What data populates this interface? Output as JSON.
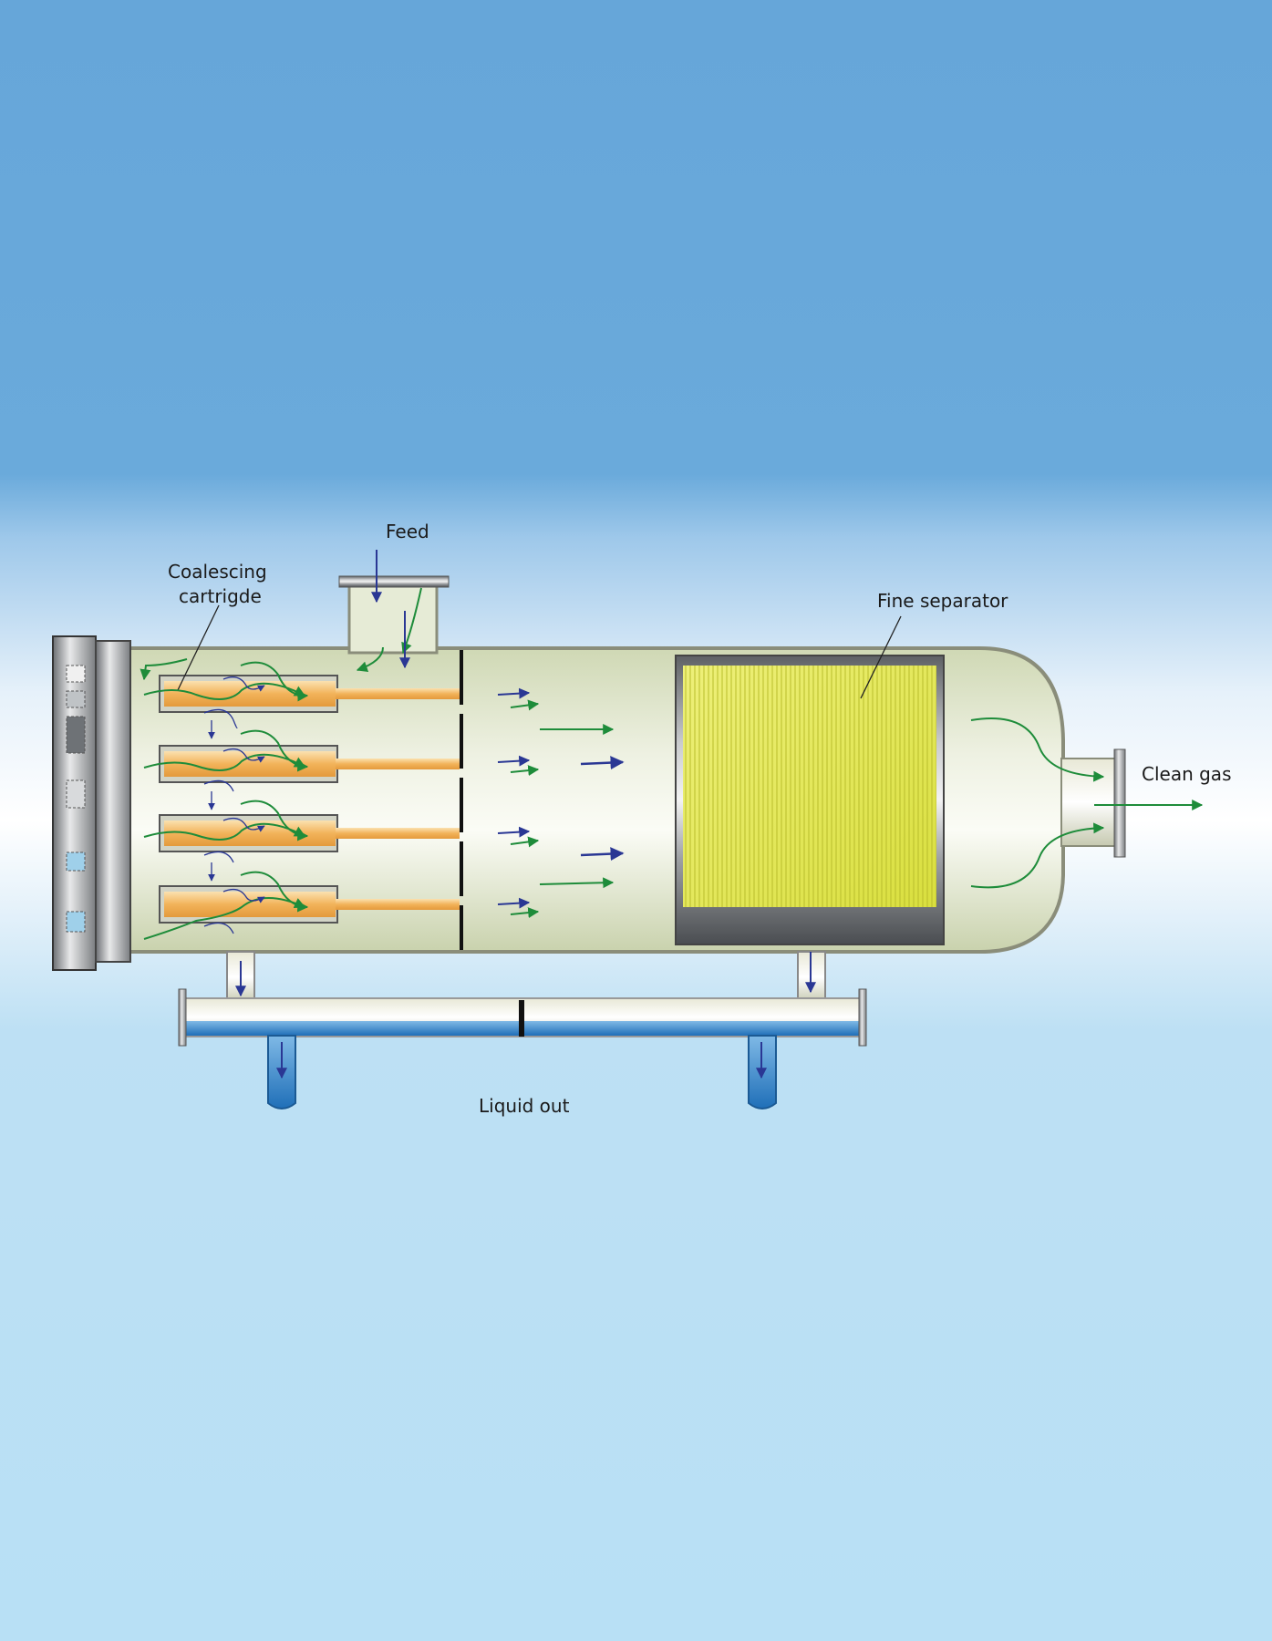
{
  "labels": {
    "feed": "Feed",
    "coalescing_line1": "Coalescing",
    "coalescing_line2": "cartrigde",
    "fine_separator": "Fine separator",
    "clean_gas": "Clean gas",
    "liquid_out": "Liquid out"
  },
  "colors": {
    "gas_flow_arrow": "#1e8c3a",
    "liquid_flow_arrow": "#2a3794",
    "vessel_fill": "#dfe6c9",
    "cartridge_fill": "#f2b35a",
    "separator_mesh": "#e6ea5c",
    "liquid": "#2b7fc9"
  }
}
